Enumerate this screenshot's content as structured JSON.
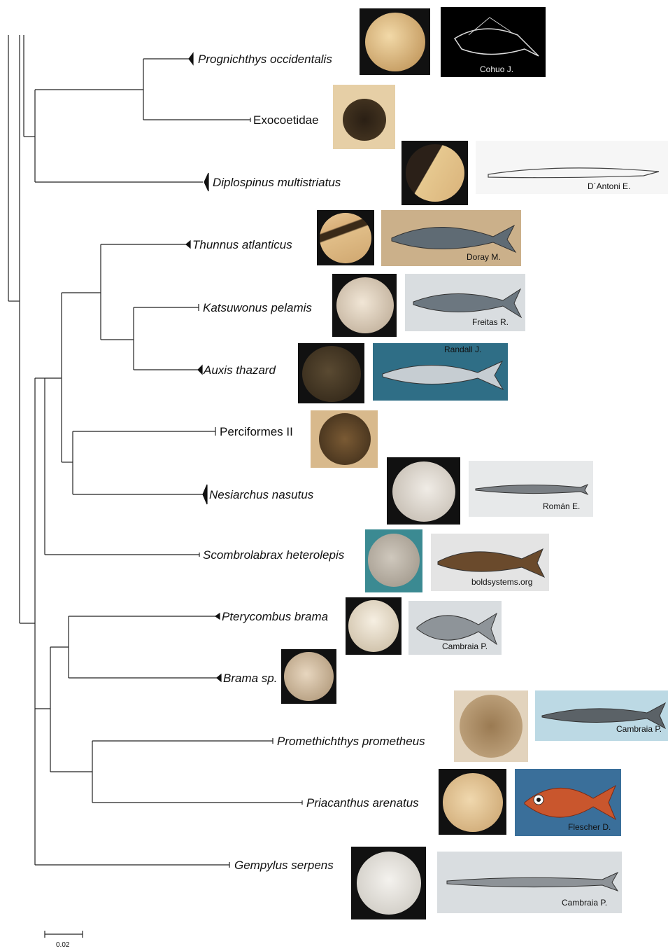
{
  "taxa": [
    {
      "id": "t1",
      "name": "Prognichthys occidentalis",
      "italic": true
    },
    {
      "id": "t2",
      "name": "Exocoetidae",
      "italic": false
    },
    {
      "id": "t3",
      "name": "Diplospinus multistriatus",
      "italic": true
    },
    {
      "id": "t4",
      "name": "Thunnus atlanticus",
      "italic": true
    },
    {
      "id": "t5",
      "name": "Katsuwonus pelamis",
      "italic": true
    },
    {
      "id": "t6",
      "name": "Auxis thazard",
      "italic": true
    },
    {
      "id": "t7",
      "name": "Perciformes II",
      "italic": false
    },
    {
      "id": "t8",
      "name": "Nesiarchus nasutus",
      "italic": true
    },
    {
      "id": "t9",
      "name": "Scombrolabrax heterolepis",
      "italic": true
    },
    {
      "id": "t10",
      "name": "Pterycombus brama",
      "italic": true
    },
    {
      "id": "t11",
      "name": "Brama sp.",
      "italic": true
    },
    {
      "id": "t12",
      "name": "Promethichthys prometheus",
      "italic": true
    },
    {
      "id": "t13",
      "name": "Priacanthus arenatus",
      "italic": true
    },
    {
      "id": "t14",
      "name": "Gempylus serpens",
      "italic": true
    }
  ],
  "credits": {
    "t1": "Cohuo J.",
    "t3": "D´Antoni E.",
    "t4": "Doray M.",
    "t5": "Freitas R.",
    "t6": "Randall J.",
    "t8": "Román E.",
    "t9": "boldsystems.org",
    "t10": "Cambraia P.",
    "t12": "Cambraia P.",
    "t13": "Flescher D.",
    "t14": "Cambraia P."
  },
  "scale_bar": {
    "label": "0.02"
  },
  "colors": {
    "branch": "#222222",
    "egg_light": "#d9b98a",
    "egg_dark": "#3a2a18",
    "fish_bg": "#d9dde0",
    "teal_bg": "#2f6e86",
    "red_fish": "#c9562d"
  }
}
